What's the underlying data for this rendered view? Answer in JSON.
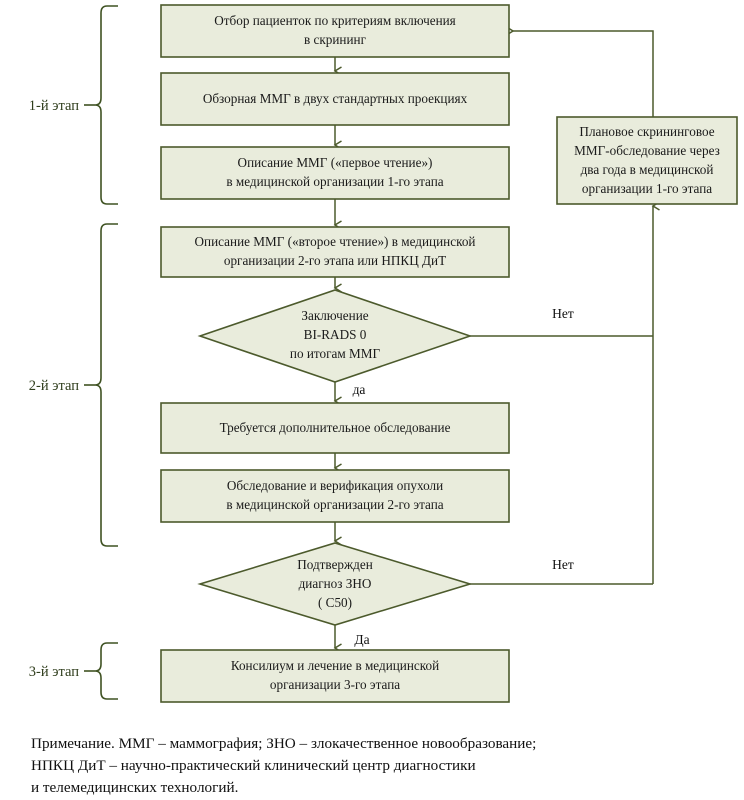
{
  "diagram": {
    "title_present": false,
    "colors": {
      "node_fill": "#e9ecdc",
      "node_stroke": "#4c5a2c",
      "line": "#4c5a2c",
      "bracket": "#3f5222",
      "text": "#1a1a1a",
      "background": "#ffffff"
    },
    "stages": [
      {
        "id": "stage-1",
        "label": "1-й этап"
      },
      {
        "id": "stage-2",
        "label": "2-й этап"
      },
      {
        "id": "stage-3",
        "label": "3-й этап"
      }
    ],
    "nodes": [
      {
        "id": "selection",
        "shape": "rect",
        "lines": [
          "Отбор пациенток по критериям включения",
          "в скрининг"
        ]
      },
      {
        "id": "mmg-two-projections",
        "shape": "rect",
        "lines": [
          "Обзорная ММГ в двух стандартных проекциях"
        ]
      },
      {
        "id": "first-reading",
        "shape": "rect",
        "lines": [
          "Описание ММГ («первое чтение»)",
          "в медицинской организации 1-го этапа"
        ]
      },
      {
        "id": "second-reading",
        "shape": "rect",
        "lines": [
          "Описание ММГ («второе чтение») в медицинской",
          "организации 2-го этапа или НПКЦ ДиТ"
        ]
      },
      {
        "id": "birads-decision",
        "shape": "diamond",
        "lines": [
          "Заключение",
          "BI-RADS 0",
          "по итогам ММГ"
        ]
      },
      {
        "id": "additional-exam-required",
        "shape": "rect",
        "lines": [
          "Требуется дополнительное обследование"
        ]
      },
      {
        "id": "exam-verification",
        "shape": "rect",
        "lines": [
          "Обследование и верификация опухоли",
          "в медицинской организации 2-го этапа"
        ]
      },
      {
        "id": "zno-decision",
        "shape": "diamond",
        "lines": [
          "Подтвержден",
          "диагноз ЗНО",
          "( C50)"
        ]
      },
      {
        "id": "consilium-treatment",
        "shape": "rect",
        "lines": [
          "Консилиум и лечение в медицинской",
          "организации 3-го этапа"
        ]
      },
      {
        "id": "scheduled-rescreening",
        "shape": "rect",
        "lines": [
          "Плановое скрининговое",
          "ММГ-обследование через",
          "два года в медицинской",
          "организации 1-го этапа"
        ]
      }
    ],
    "edge_labels": {
      "birads_no": "Нет",
      "birads_yes": "да",
      "zno_no": "Нет",
      "zno_yes": "Да"
    }
  },
  "note": {
    "lines": [
      "Примечание. ММГ – маммография; ЗНО – злокачественное новообразование;",
      "НПКЦ ДиТ – научно-практический клинический центр диагностики",
      "и телемедицинских технологий."
    ]
  }
}
